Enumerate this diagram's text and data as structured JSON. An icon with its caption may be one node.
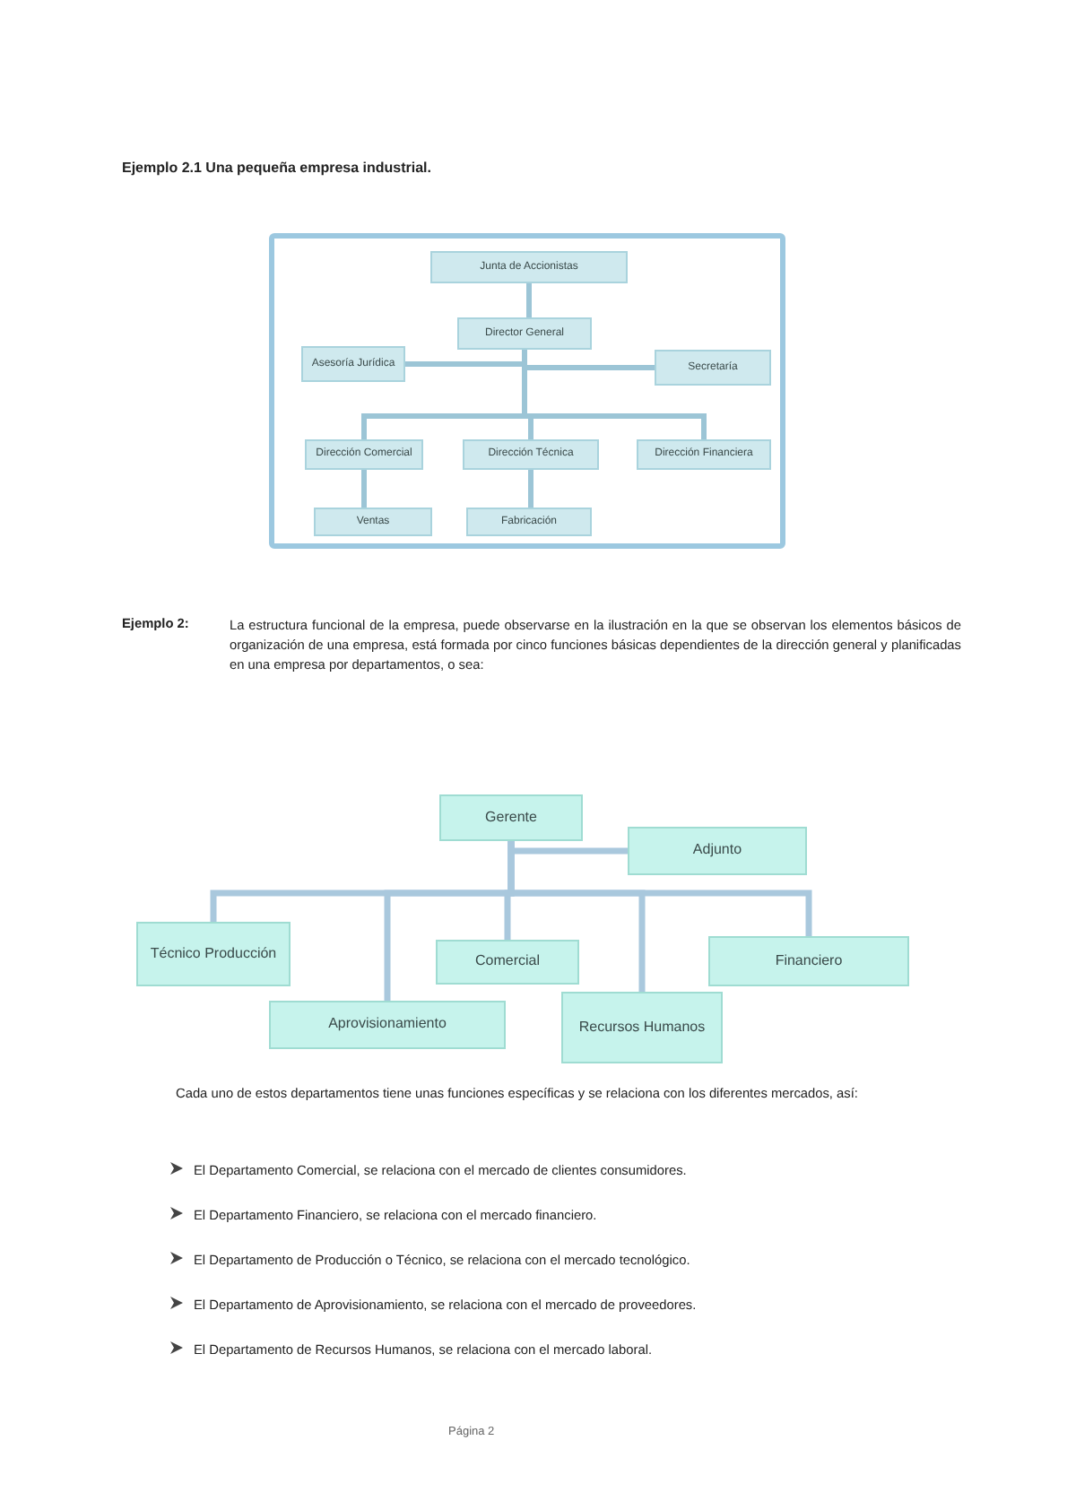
{
  "diagram": {
    "title": "Ejemplo 2.1 Una pequeña empresa industrial.",
    "nodes": [
      {
        "text": [
          "Junta de Accionistas"
        ]
      },
      {
        "text": [
          "Director General"
        ]
      },
      {
        "text": [
          "Asesoría Jurídica"
        ]
      },
      {
        "text": [
          "Secretaría"
        ]
      },
      {
        "text": [
          "Dirección Comercial"
        ]
      },
      {
        "text": [
          "Dirección Técnica"
        ]
      },
      {
        "text": [
          "Dirección Financiera"
        ]
      },
      {
        "text": [
          "Ventas"
        ]
      },
      {
        "text": [
          "Fabricación"
        ]
      },
      {
        "text": [
          "Gerente"
        ]
      },
      {
        "text": [
          "Adjunto"
        ]
      },
      {
        "text": [
          "Técnico Producción"
        ]
      },
      {
        "text": [
          "Aprovisionamiento"
        ]
      },
      {
        "text": [
          "Comercial"
        ]
      },
      {
        "text": [
          "Recursos Humanos"
        ]
      },
      {
        "text": [
          "Financiero"
        ]
      }
    ],
    "edges": [
      {
        "from": 0,
        "to": 1,
        "arrow": "none"
      },
      {
        "from": 1,
        "to": 2,
        "arrow": "none"
      },
      {
        "from": 1,
        "to": 3,
        "arrow": "none"
      },
      {
        "from": 1,
        "to": 4,
        "arrow": "none"
      },
      {
        "from": 1,
        "to": 5,
        "arrow": "none"
      },
      {
        "from": 1,
        "to": 6,
        "arrow": "none"
      },
      {
        "from": 4,
        "to": 7,
        "arrow": "none"
      },
      {
        "from": 5,
        "to": 8,
        "arrow": "none"
      },
      {
        "from": 9,
        "to": 10,
        "arrow": "none"
      },
      {
        "from": 9,
        "to": 11,
        "arrow": "none"
      },
      {
        "from": 9,
        "to": 12,
        "arrow": "none"
      },
      {
        "from": 9,
        "to": 13,
        "arrow": "none"
      },
      {
        "from": 9,
        "to": 14,
        "arrow": "none"
      },
      {
        "from": 9,
        "to": 15,
        "arrow": "none"
      }
    ],
    "labels": [
      "Ejemplo 2:",
      "La estructura funcional de la empresa, puede observarse en la ilustración en la que se observan los elementos básicos de organización de una empresa, está formada por cinco funciones básicas dependientes de la dirección general y planificadas en una empresa por departamentos, o sea:",
      "Cada uno de estos departamentos tiene unas funciones específicas y se relaciona con los diferentes mercados, así:",
      "El Departamento Comercial, se relaciona con el mercado de clientes consumidores.",
      "El Departamento Financiero, se relaciona con el mercado financiero.",
      "El Departamento de Producción o Técnico, se relaciona con el mercado tecnológico.",
      "El Departamento de Aprovisionamiento, se relaciona con el mercado de proveedores.",
      "El Departamento de Recursos Humanos, se relaciona con el mercado laboral.",
      "Página 2"
    ]
  }
}
